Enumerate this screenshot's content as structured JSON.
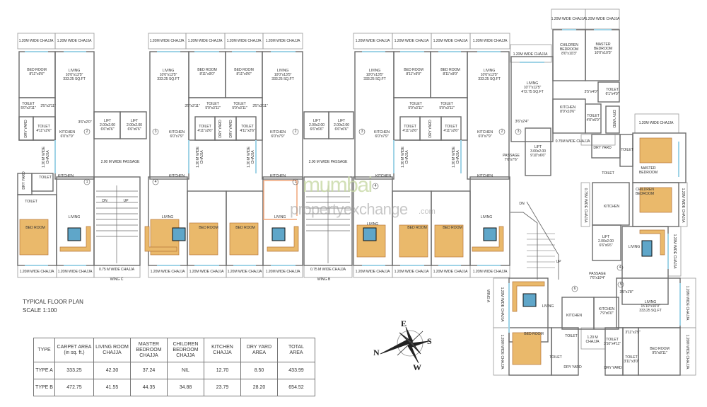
{
  "title": "TYPICAL FLOOR PLAN",
  "scale": "SCALE 1:100",
  "table": {
    "headers": [
      "TYPE",
      "CARPET AREA\n(in sq. ft.)",
      "LIVING ROOM\nCHAJJA",
      "MASTER\nBEDROOM\nCHAJJA",
      "CHILDREN\nBEDROOM\nCHAJJA",
      "KITCHEN\nCHAJJA",
      "DRY YARD\nAREA",
      "TOTAL\nAREA"
    ],
    "rows": [
      [
        "TYPE A",
        "333.25",
        "42.30",
        "37.24",
        "NIL",
        "12.70",
        "8.50",
        "433.99"
      ],
      [
        "TYPE B",
        "472.75",
        "41.55",
        "44.35",
        "34.88",
        "23.79",
        "28.20",
        "654.52"
      ]
    ]
  },
  "labels": {
    "chajja_120": "1.20M WIDE CHAJJA",
    "chajja_075": "0.75 M WIDE CHAJJA",
    "chajja_075b": "0.75M WIDE CHAJJA",
    "chajja_120_v": "1.20 M WIDE\nCHAJJA",
    "chajja_120_m": "1.20 M\nCHAJJA",
    "bedroom_a": "BED ROOM\n8'11\"x9'0\"",
    "living_a": "LIVING\n10'0\"x13'5\"\n333.25 SQ.FT",
    "toilet_a1": "TOILET\n5'0\"x3'11\"",
    "toilet_a2": "TOILET\n4'11\"x2'6\"",
    "passage_a": "3'5\"x3'11\"",
    "dim_a": "3'6\"x2'0\"",
    "kitchen_a": "KITCHEN\n6'0\"x7'9\"",
    "dry_yard": "DRY YARD",
    "lift_a": "LIFT\n2.00x2.00\n6'6\"x6'6\"",
    "passage_200": "2.00 M WIDE PASSAGE",
    "kitchen": "KITCHEN",
    "toilet": "TOILET",
    "living": "LIVING",
    "bedroom": "BED ROOM",
    "up": "UP",
    "dn": "DN",
    "wing_c": "WING C",
    "wing_b": "WING B",
    "wing_a": "WING A",
    "children_bedroom_b": "CHILDREN\nBEDROOM\n8'0\"x10'3\"",
    "master_bedroom_b": "MASTER\nBEDROOM\n10'0\"x10'5\"",
    "living_b": "LIVING\n10'7\"x12'5\"\n472.75 SQ.FT",
    "toilet_b1": "TOILET\n6'1\"x4'0\"",
    "dim_b1": "3'5\"x4'0\"",
    "kitchen_b": "KITCHEN\n8'0\"x10'6\"",
    "toilet_b2": "TOILET\n4'0\"x6'0\"",
    "dim_b2": "3'6\"x2'4\"",
    "passage_b": "PASSAGE\n7'6\"x7'6\"",
    "lift_b": "LIFT\n3.00x2.00\n9'10\"x6'6\"",
    "master_bedroom": "MASTER\nBEDROOM",
    "children_bedroom": "CHILDREN\nBEDROOM",
    "passage_c": "PASSAGE\n7'6\"x10'4\"",
    "living_c": "LIVING\n15'10\"x10'0\"\n333.25 SQ.FT",
    "dim_c": "3'5\"x1'8\"",
    "kitchen_c": "KITCHEN\n7'9\"x6'0\"",
    "toilet_c1": "TOILET\n3'10\"x4'11\"",
    "dim_c2": "3'11\"x2'5\"",
    "toilet_c2": "TOILET\n3'11\"x3'0\"",
    "bedroom_c": "BED ROOM\n9'5\"x8'11\"",
    "door_1": "1",
    "door_2": "2",
    "door_3": "3",
    "door_4": "4",
    "door_5": "5",
    "door_6": "6"
  },
  "compass": {
    "n": "N",
    "e": "E",
    "s": "S",
    "w": "W"
  },
  "watermark": {
    "line1": "mumbai",
    "line2": "propertyexchange",
    "line3": ".com"
  },
  "colors": {
    "wall": "#6b6b6b",
    "glass": "#9fd3e6",
    "furniture": "#eab96b",
    "watermark_green": "#c8d9a6",
    "watermark_orange": "#f0a070"
  }
}
